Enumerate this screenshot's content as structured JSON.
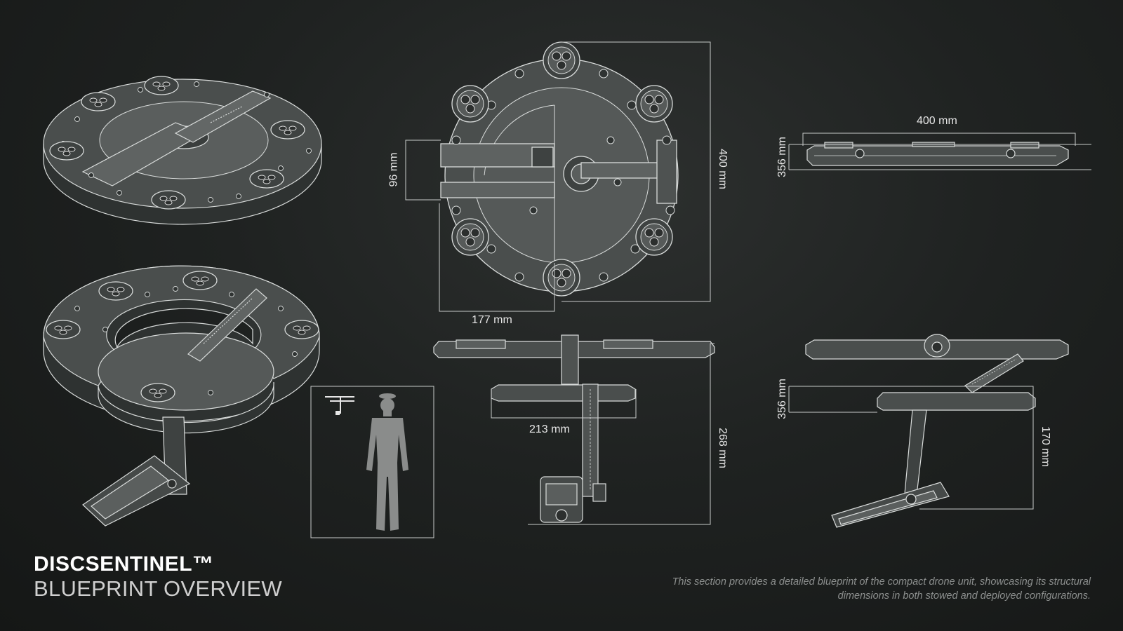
{
  "title": {
    "product_name": "DISCSENTINEL™",
    "subtitle": "BLUEPRINT OVERVIEW"
  },
  "description": "This section provides a detailed blueprint of the compact drone unit, showcasing its structural dimensions in both stowed and deployed configurations.",
  "dimensions": {
    "top_width": "400 mm",
    "top_arm_width": "96 mm",
    "top_offset": "177 mm",
    "side_width": "400 mm",
    "side_height": "356 mm",
    "front_arm_width": "213 mm",
    "front_height": "268 mm",
    "deployed_disc_height": "356 mm",
    "deployed_drop": "170 mm"
  },
  "colors": {
    "background": "#1f2221",
    "linework": "#d9dcdb",
    "fill": "#4a4e4d",
    "silhouette": "#8a8c8b"
  }
}
